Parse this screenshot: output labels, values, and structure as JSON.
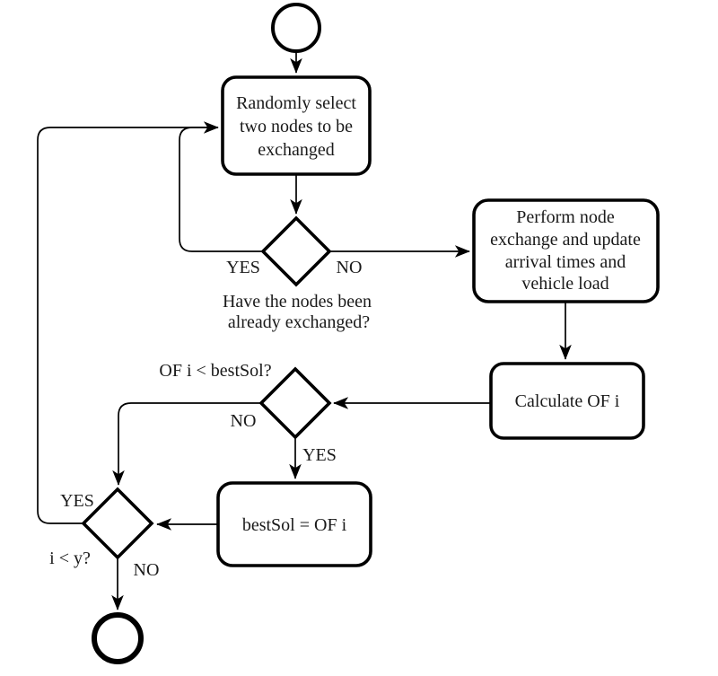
{
  "diagram": {
    "background_color": "#ffffff",
    "line_color": "#000000",
    "text_color": "#1a1a1a",
    "nodes": {
      "select_nodes": {
        "lines": [
          "Randomly select",
          "two nodes to be",
          "exchanged"
        ]
      },
      "exchanged_check": {
        "question_lines": [
          "Have the nodes been",
          "already exchanged?"
        ],
        "yes_label": "YES",
        "no_label": "NO"
      },
      "perform_exchange": {
        "lines": [
          "Perform node",
          "exchange and update",
          "arrival times and",
          "vehicle load"
        ]
      },
      "calculate_of": {
        "label": "Calculate OF i"
      },
      "best_sol_check": {
        "question": "OF i < bestSol?",
        "yes_label": "YES",
        "no_label": "NO"
      },
      "update_best_sol": {
        "label": "bestSol = OF i"
      },
      "iteration_check": {
        "question": "i < y?",
        "yes_label": "YES",
        "no_label": "NO"
      }
    }
  }
}
